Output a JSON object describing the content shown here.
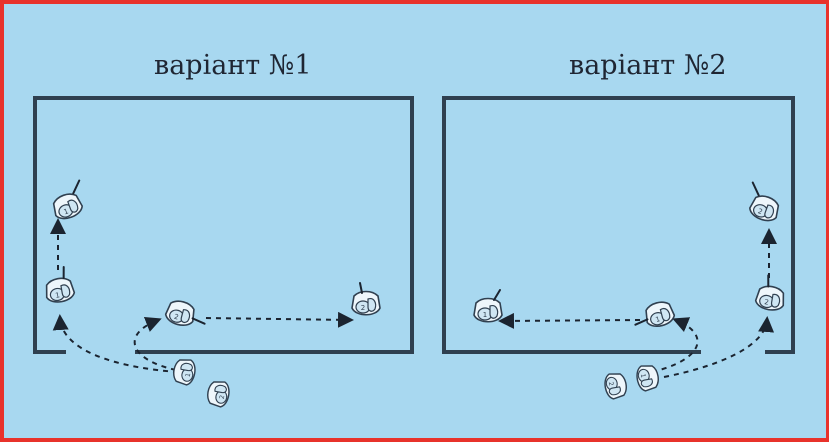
{
  "variant_1": {
    "title": "варіант №1"
  },
  "variant_2": {
    "title": "варіант №2"
  },
  "colors": {
    "background": "#a8d8f0",
    "frame_border": "#e8322b",
    "lines": "#2f4050"
  },
  "figure_numbers": {
    "one": "1",
    "two": "2"
  }
}
